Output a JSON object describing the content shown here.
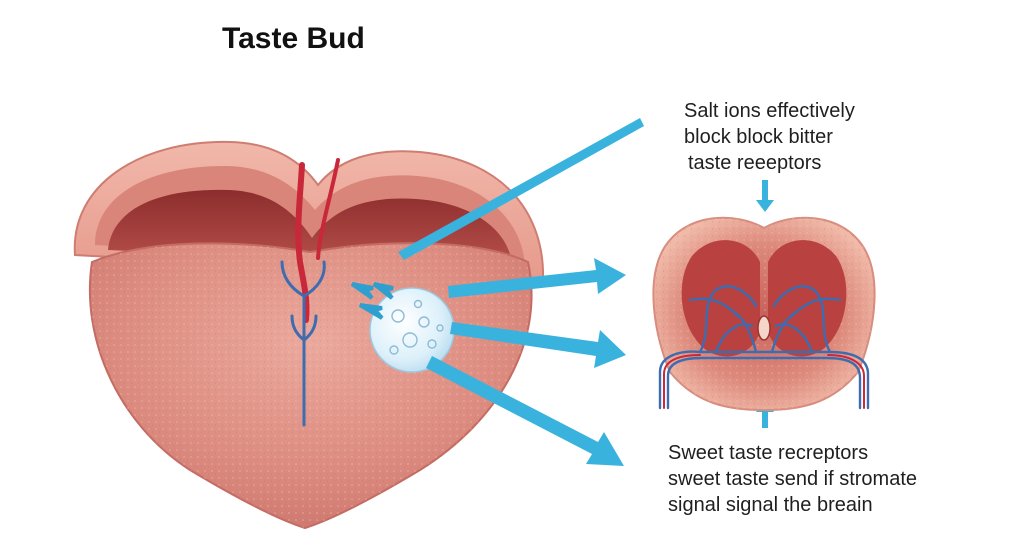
{
  "title": "Taste Bud",
  "callouts": {
    "salt": [
      "Salt ions effectively",
      "block block bitter",
      "taste reeeptors"
    ],
    "sweet": [
      "Sweet taste recreptors",
      "sweet taste send if stromate",
      "signal signal the breain"
    ]
  },
  "colors": {
    "tongue": "#d98377",
    "tongue_light": "#eaa79b",
    "tongue_edge": "#c76e64",
    "throat_dark": "#a8403e",
    "vessel_red": "#c8283a",
    "nerve_blue": "#3d6db0",
    "arrow_blue": "#3ab3dc",
    "droplet": "#dff1fb"
  }
}
